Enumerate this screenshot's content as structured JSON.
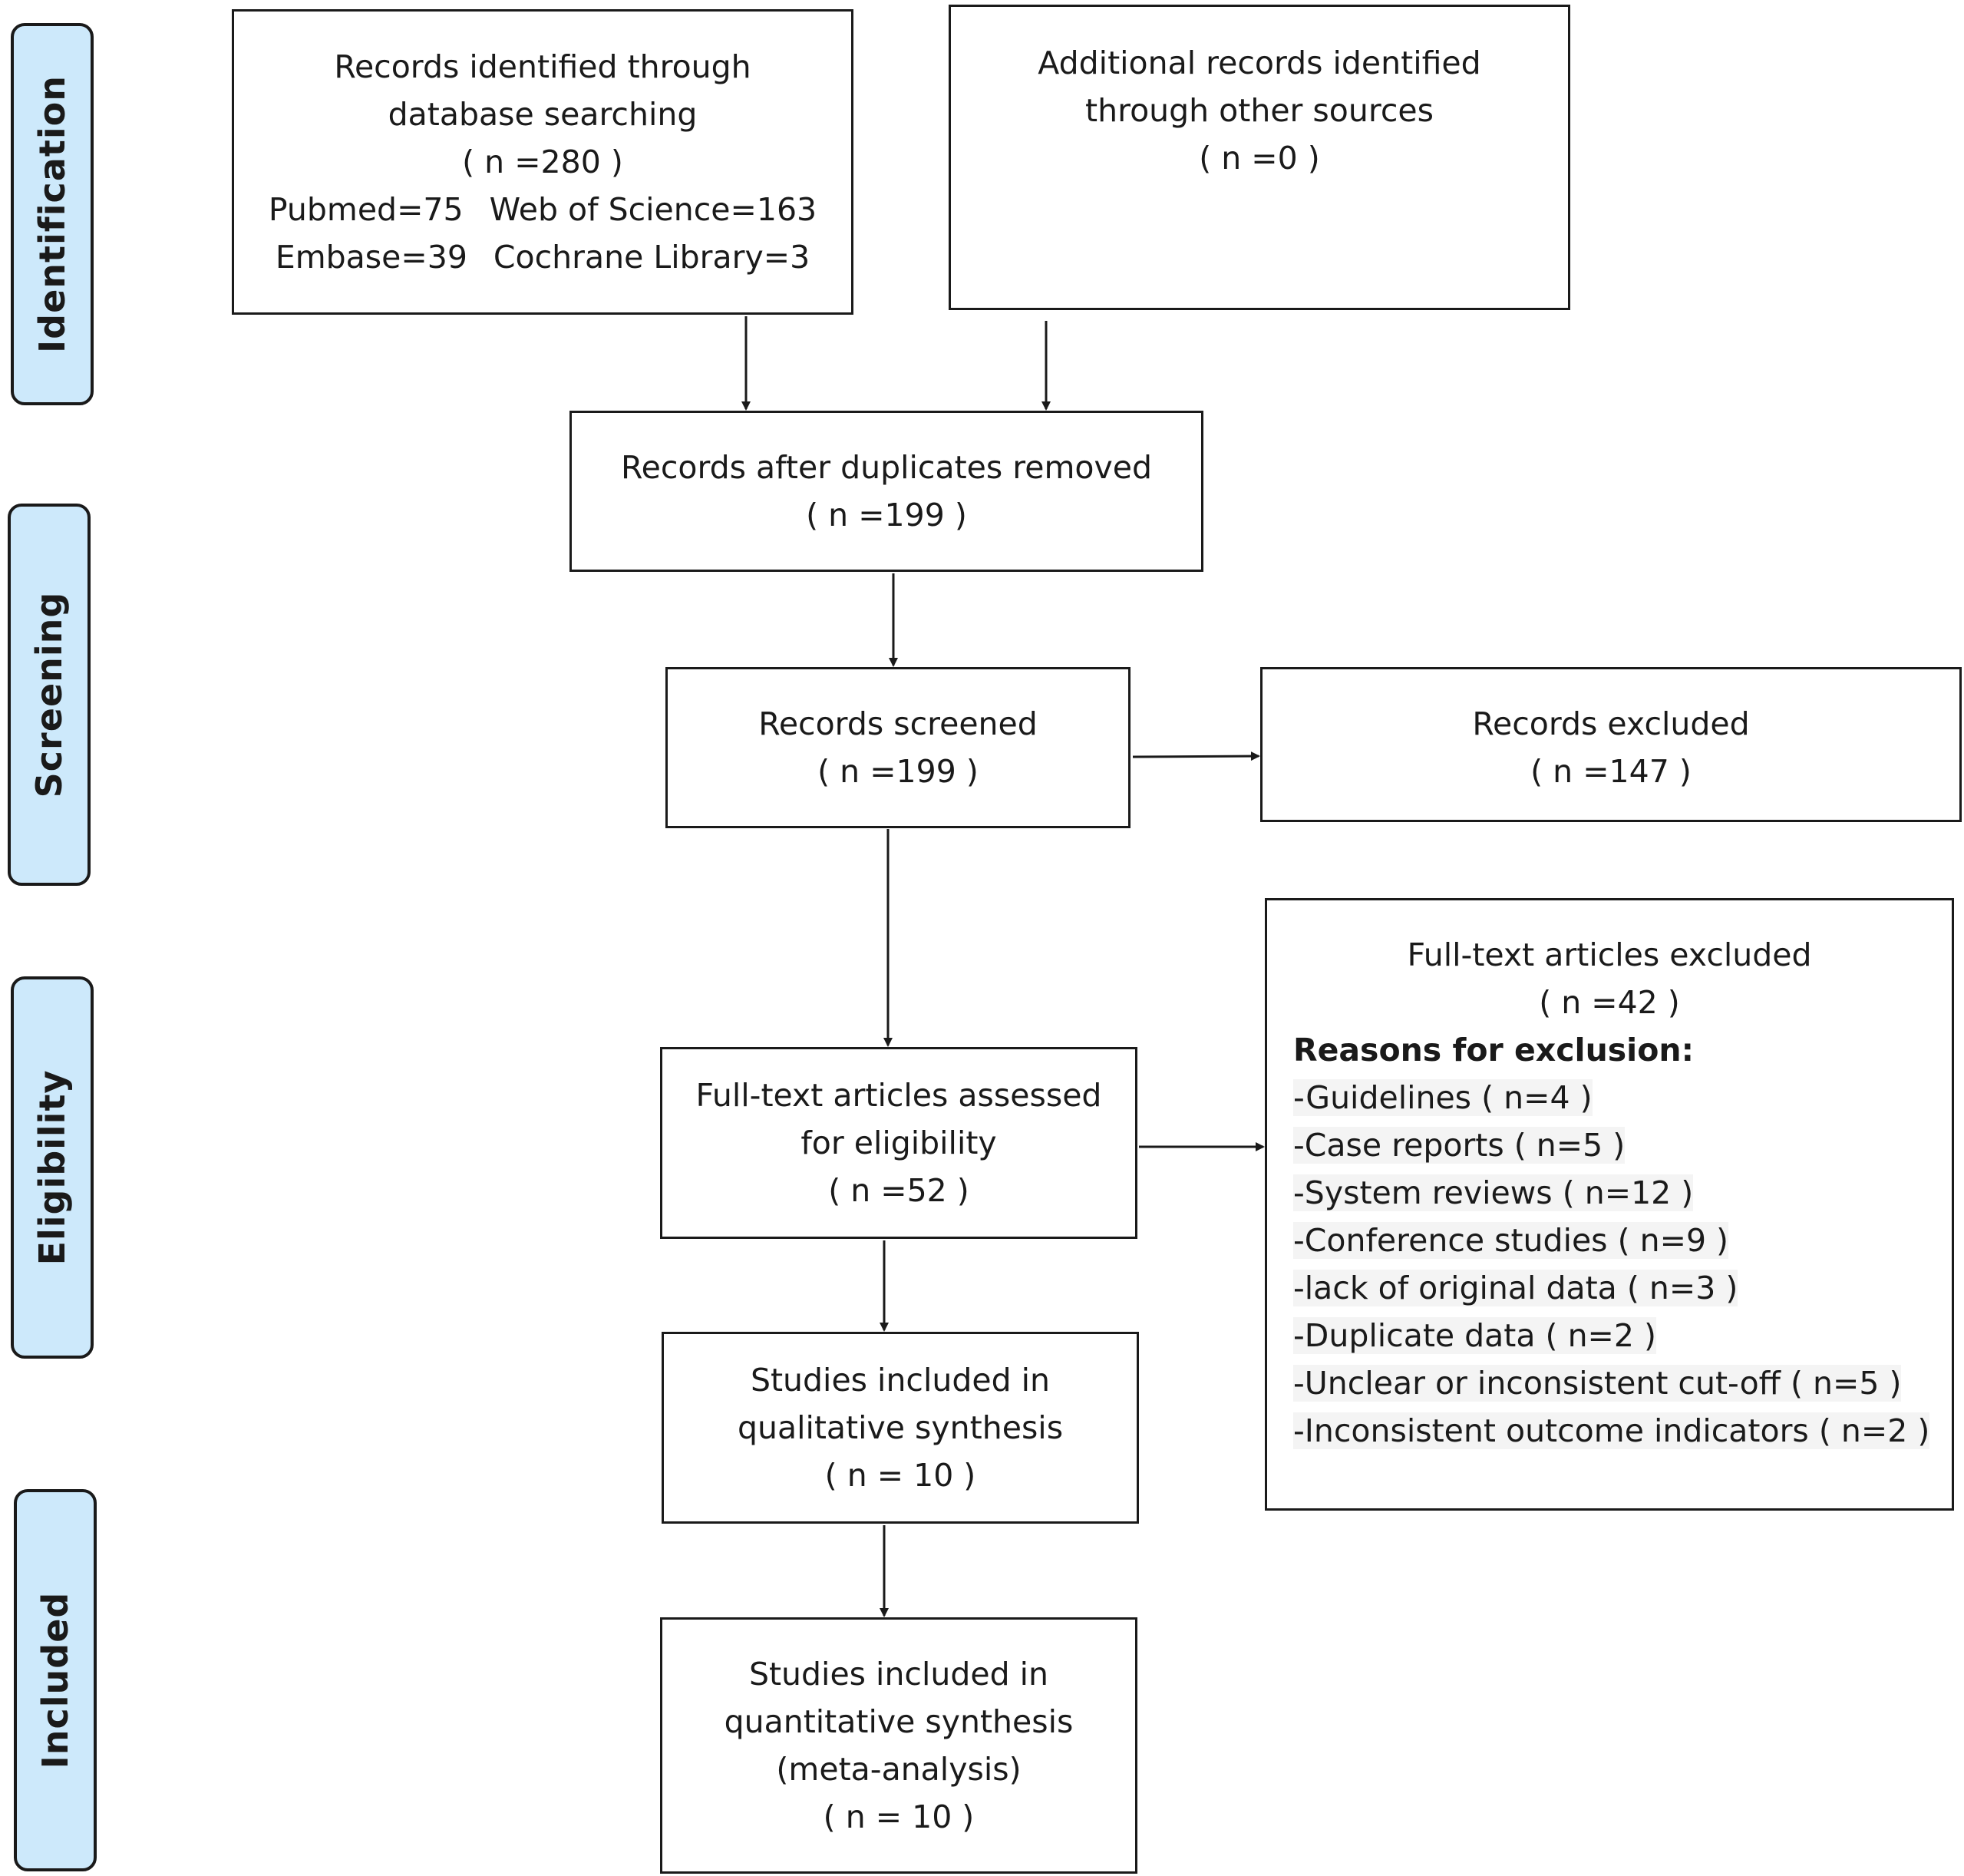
{
  "stages": {
    "identification": "Identification",
    "screening": "Screening",
    "eligibility": "Eligibility",
    "included": "Included"
  },
  "identified": {
    "line1": "Records identified through",
    "line2": "database searching",
    "count": "( n =280  )",
    "pubmed": "Pubmed=75",
    "wos": "Web of Science=163",
    "embase": "Embase=39",
    "cochrane": "Cochrane Library=3"
  },
  "additional": {
    "line1": "Additional records identified",
    "line2": "through other sources",
    "count": "(  n =0  )"
  },
  "duplicates_removed": {
    "line1": "Records after duplicates removed",
    "count": "( n =199  )"
  },
  "screened": {
    "line1": "Records screened",
    "count": "( n =199  )"
  },
  "excluded": {
    "line1": "Records excluded",
    "count": "( n =147 )"
  },
  "fulltext_assessed": {
    "line1": "Full-text articles assessed",
    "line2": "for eligibility",
    "count": "( n =52 )"
  },
  "fulltext_excluded": {
    "line1": "Full-text articles excluded",
    "count": "( n =42 )",
    "reasons_heading": "Reasons for exclusion:",
    "reasons": [
      "-Guidelines ( n=4 )",
      "-Case reports ( n=5 )",
      "-System reviews ( n=12 )",
      "-Conference studies ( n=9 )",
      "-lack of original data ( n=3 )",
      "-Duplicate data ( n=2 )",
      "-Unclear or inconsistent cut-off ( n=5 )",
      "-Inconsistent outcome indicators ( n=2 )"
    ]
  },
  "qualitative": {
    "line1": "Studies included in",
    "line2": "qualitative synthesis",
    "count": "( n = 10 )"
  },
  "quantitative": {
    "line1": "Studies included in",
    "line2": "quantitative synthesis",
    "line3": "(meta-analysis)",
    "count": "( n = 10 )"
  }
}
